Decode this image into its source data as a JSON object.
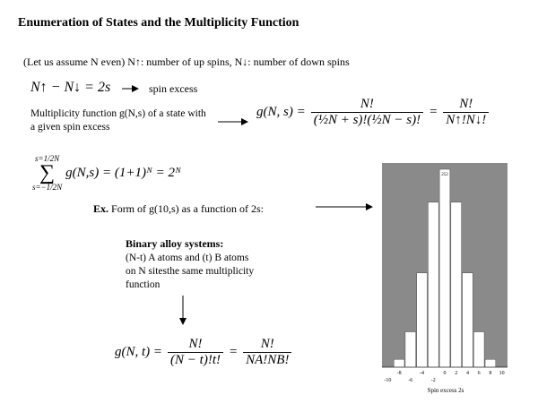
{
  "title": "Enumeration of States and the Multiplicity Function",
  "assumption": {
    "prefix": "(Let us assume N even)  N",
    "up_text": ": number of up spins, N",
    "down_text": ": number of down spins"
  },
  "spin_excess_eq": "N↑ − N↓ = 2s",
  "spin_excess_label": "spin excess",
  "multiplicity_text": "Multiplicity function g(N,s) of a state with a given spin excess",
  "g_ns": {
    "lhs": "g(N, s) =",
    "num": "N!",
    "den": "(½N + s)!(½N − s)!",
    "eq": "=",
    "num2": "N!",
    "den2": "N↑!N↓!"
  },
  "sum_eq": {
    "upper": "s=1/2N",
    "lower": "s=−1/2N",
    "body": "g(N,s) = (1+1)ᴺ = 2ᴺ"
  },
  "example": {
    "lead": "Ex.",
    "text": "Form of g(10,s) as a function of 2s:"
  },
  "binary": {
    "title": "Binary alloy systems:",
    "body": "(N-t) A atoms and (t) B atoms on N sitesthe same multiplicity function"
  },
  "g_nt": {
    "lhs": "g(N, t) =",
    "num": "N!",
    "den": "(N − t)!t!",
    "eq": "=",
    "num2": "N!",
    "den2": "NA!NB!"
  },
  "chart_data": {
    "type": "bar",
    "categories": [
      "-10",
      "-8",
      "-6",
      "-4",
      "-2",
      "0",
      "2",
      "4",
      "6",
      "8",
      "10"
    ],
    "values": [
      1,
      10,
      45,
      120,
      210,
      252,
      210,
      120,
      45,
      10,
      1
    ],
    "xlabel": "Spin excess 2s",
    "tick_labels_top": [
      "-8",
      "-4",
      "0",
      "2",
      "4",
      "6",
      "8",
      "10"
    ],
    "tick_labels_bottom": [
      "-10",
      "-6",
      "-2"
    ],
    "bar_labels": [
      "",
      "",
      "",
      "",
      "",
      "252",
      "",
      "",
      "",
      "",
      ""
    ],
    "ylim": [
      0,
      260
    ],
    "background_color": "#8a8a8a",
    "bar_color": "#ffffff"
  }
}
